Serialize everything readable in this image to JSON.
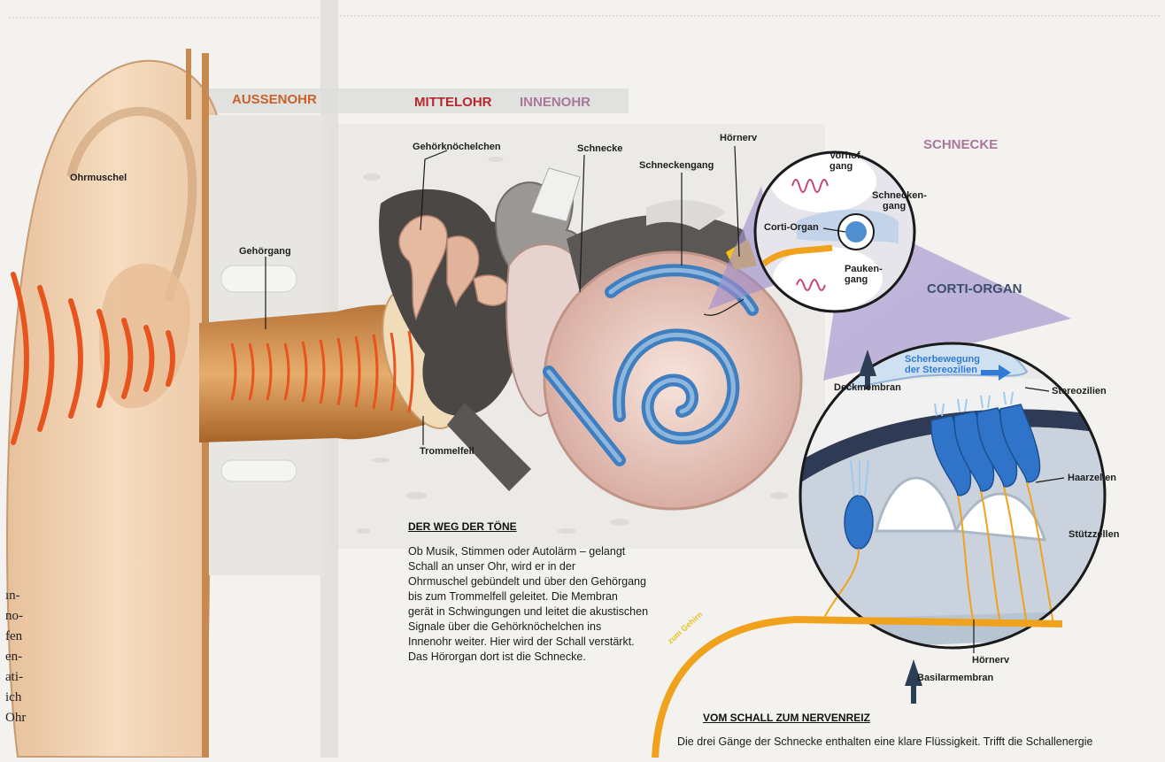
{
  "sections": {
    "aussenohr": "AUSSENOHR",
    "mittelohr": "MITTELOHR",
    "innenohr": "INNENOHR",
    "schnecke": "SCHNECKE",
    "corti_organ": "CORTI-ORGAN"
  },
  "labels": {
    "ohrmuschel": "Ohrmuschel",
    "gehoergang": "Gehörgang",
    "trommelfell": "Trommelfell",
    "gehoerknoechelchen": "Gehörknöchelchen",
    "schnecke": "Schnecke",
    "schneckengang": "Schneckengang",
    "hoernerv": "Hörnerv",
    "vorhofgang": [
      "Vorhof-",
      "gang"
    ],
    "schneckengang_inset": [
      "Schnecken-",
      "gang"
    ],
    "corti_organ": "Corti-Organ",
    "paukengang": [
      "Pauken-",
      "gang"
    ],
    "deckmembran": "Deckmembran",
    "scherbewegung": [
      "Scherbewegung",
      "der Stereozilien"
    ],
    "stereozilien": "Stereozilien",
    "haarzellen": "Haarzellen",
    "stuetzzellen": "Stützzellen",
    "hoernerv_corti": "Hörnerv",
    "basilarmembran": "Basilarmembran",
    "zum_gehirn": "zum Gehirn"
  },
  "weg_der_toene": {
    "heading": "DER WEG DER TÖNE",
    "lines": [
      "Ob Musik, Stimmen oder Autolärm – gelangt",
      "Schall an unser Ohr, wird er in der",
      "Ohrmuschel gebündelt und über den Gehörgang",
      "bis zum Trommelfell geleitet. Die Membran",
      "gerät in Schwingungen und leitet die akustischen",
      "Signale über die Gehörknöchelchen ins",
      "Innenohr weiter. Hier wird der Schall verstärkt.",
      "Das Hörorgan dort ist die Schnecke."
    ]
  },
  "vom_schall": {
    "heading": "VOM SCHALL ZUM NERVENREIZ",
    "line": "Die drei Gänge der Schnecke enthalten eine klare Flüssigkeit. Trifft die Schallenergie"
  },
  "left_margin_fragments": [
    "ın-",
    "no-",
    "fen",
    "en-",
    "ati-",
    "ich",
    "Ohr"
  ],
  "colors": {
    "section_orange": "#c8622b",
    "section_red": "#b3292d",
    "section_mauve": "#a8789a",
    "sound_wave": "#e8541e",
    "nerve": "#f0a21c",
    "cochlea_blue": "#3f7fc0",
    "hair_cell_blue": "#2f74c8",
    "skin": "#f0d2b0"
  }
}
